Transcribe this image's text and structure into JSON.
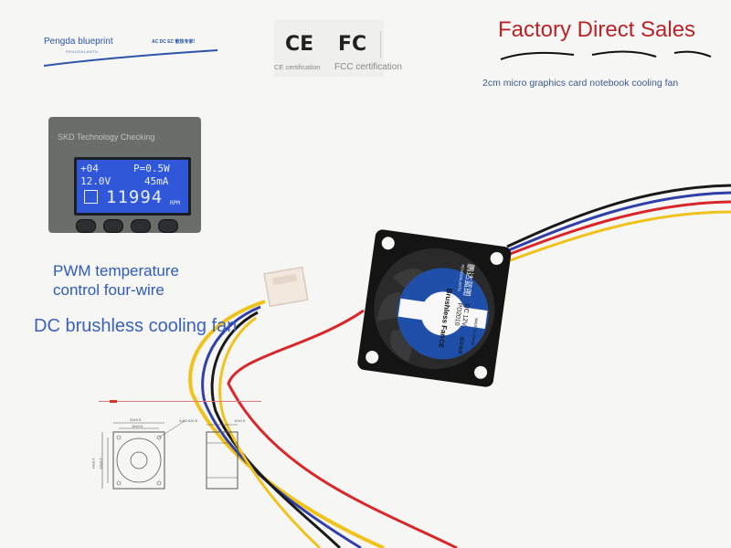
{
  "logo": {
    "brand": "Pengda blueprint",
    "tagline": "AC DC EC 散热专家!",
    "sub": "PENGDALANTU",
    "swoosh_color": "#2b55a8"
  },
  "certifications": {
    "ce_mark": "CE",
    "ce_caption": "CE certification",
    "fcc_mark": "FC",
    "fcc_caption": "FCC certification"
  },
  "header": {
    "title": "Factory Direct Sales",
    "subtitle": "2cm micro graphics card notebook cooling fan",
    "title_color": "#b8232a"
  },
  "meter": {
    "header": "SKD  Technology Checking",
    "temp": "+04",
    "power": "P=0.5W",
    "voltage": "12.0V",
    "current": "45mA",
    "rpm": "11994",
    "rpm_unit": "RPM",
    "lcd_color": "#2f57d8"
  },
  "features": {
    "pwm_line1": "PWM temperature",
    "pwm_line2": "control four-wire",
    "dc_title": "DC brushless cooling fan"
  },
  "fan_label": {
    "brand_cn": "鹏达蓝图",
    "brand_en": "PENGDALANTU",
    "type": "Brushless Fan",
    "model": "PD2010",
    "voltage": "DC 12V",
    "bearing": "液压轴承",
    "origin": "MADE IN CHINA",
    "mark": "CE",
    "label_color": "#1f4fa8"
  },
  "drawing": {
    "dim_top": "20±0.5",
    "dim_inner": "16±0.5",
    "dim_left": "20±0.5",
    "dim_left_inner": "16±0.5",
    "dim_hole": "4-Ø2.6±0.5",
    "dim_side": "10±0.5"
  },
  "wire_colors": {
    "red": "#d8262a",
    "black": "#1a1a1a",
    "yellow": "#f0c21c",
    "blue": "#3040a8"
  }
}
